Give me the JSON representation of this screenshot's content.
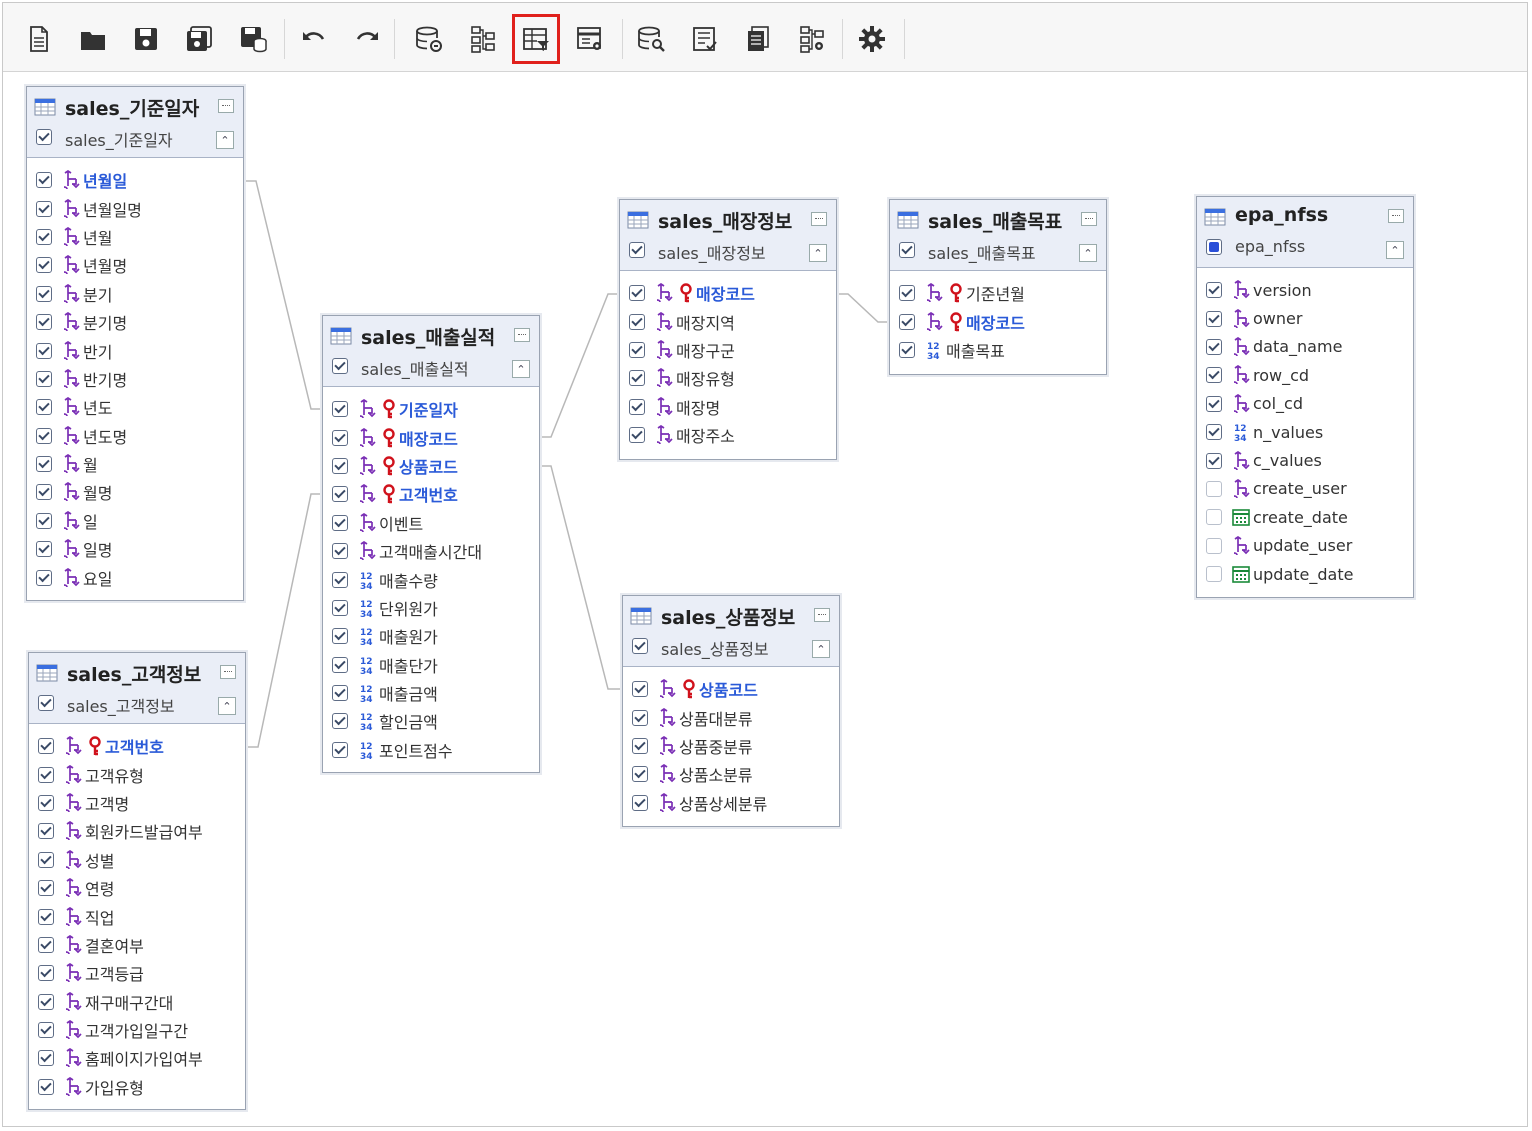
{
  "toolbar": {
    "buttons": [
      {
        "name": "new-document",
        "icon": "document-icon"
      },
      {
        "name": "open",
        "icon": "folder-icon"
      },
      {
        "name": "save",
        "icon": "save-icon"
      },
      {
        "name": "save-as",
        "icon": "save-as-icon"
      },
      {
        "name": "save-to-db",
        "icon": "save-database-icon"
      },
      {
        "name": "undo",
        "icon": "undo-icon"
      },
      {
        "name": "redo",
        "icon": "redo-icon"
      },
      {
        "name": "connect-database",
        "icon": "database-link-icon"
      },
      {
        "name": "relation-layout",
        "icon": "diagram-icon"
      },
      {
        "name": "table-filter",
        "icon": "table-filter-icon",
        "active": true
      },
      {
        "name": "table-settings",
        "icon": "table-settings-icon"
      },
      {
        "name": "database-search",
        "icon": "database-search-icon"
      },
      {
        "name": "checklist",
        "icon": "checklist-icon"
      },
      {
        "name": "documents",
        "icon": "documents-icon"
      },
      {
        "name": "diagram-settings",
        "icon": "diagram-settings-icon"
      },
      {
        "name": "settings",
        "icon": "gear-icon"
      }
    ]
  },
  "colors": {
    "accent": "#2a5ad8",
    "key": "#d0121c",
    "field_icon": "#7a2fb5",
    "active_border": "#e0201c",
    "header_bg": "#eaeef7"
  },
  "tables": [
    {
      "id": "t1",
      "title": "sales_기준일자",
      "subtitle": "sales_기준일자",
      "sub_state": "checked",
      "fields": [
        {
          "label": "년월일",
          "type": "dim",
          "pk": false,
          "bold": true,
          "checked": true
        },
        {
          "label": "년월일명",
          "type": "dim",
          "checked": true
        },
        {
          "label": "년월",
          "type": "dim",
          "checked": true
        },
        {
          "label": "년월명",
          "type": "dim",
          "checked": true
        },
        {
          "label": "분기",
          "type": "dim",
          "checked": true
        },
        {
          "label": "분기명",
          "type": "dim",
          "checked": true
        },
        {
          "label": "반기",
          "type": "dim",
          "checked": true
        },
        {
          "label": "반기명",
          "type": "dim",
          "checked": true
        },
        {
          "label": "년도",
          "type": "dim",
          "checked": true
        },
        {
          "label": "년도명",
          "type": "dim",
          "checked": true
        },
        {
          "label": "월",
          "type": "dim",
          "checked": true
        },
        {
          "label": "월명",
          "type": "dim",
          "checked": true
        },
        {
          "label": "일",
          "type": "dim",
          "checked": true
        },
        {
          "label": "일명",
          "type": "dim",
          "checked": true
        },
        {
          "label": "요일",
          "type": "dim",
          "checked": true
        }
      ]
    },
    {
      "id": "t2",
      "title": "sales_고객정보",
      "subtitle": "sales_고객정보",
      "sub_state": "checked",
      "fields": [
        {
          "label": "고객번호",
          "type": "dim",
          "pk": true,
          "bold": true,
          "checked": true
        },
        {
          "label": "고객유형",
          "type": "dim",
          "checked": true
        },
        {
          "label": "고객명",
          "type": "dim",
          "checked": true
        },
        {
          "label": "회원카드발급여부",
          "type": "dim",
          "checked": true
        },
        {
          "label": "성별",
          "type": "dim",
          "checked": true
        },
        {
          "label": "연령",
          "type": "dim",
          "checked": true
        },
        {
          "label": "직업",
          "type": "dim",
          "checked": true
        },
        {
          "label": "결혼여부",
          "type": "dim",
          "checked": true
        },
        {
          "label": "고객등급",
          "type": "dim",
          "checked": true
        },
        {
          "label": "재구매구간대",
          "type": "dim",
          "checked": true
        },
        {
          "label": "고객가입일구간",
          "type": "dim",
          "checked": true
        },
        {
          "label": "홈페이지가입여부",
          "type": "dim",
          "checked": true
        },
        {
          "label": "가입유형",
          "type": "dim",
          "checked": true
        }
      ]
    },
    {
      "id": "t3",
      "title": "sales_매출실적",
      "subtitle": "sales_매출실적",
      "sub_state": "checked",
      "fields": [
        {
          "label": "기준일자",
          "type": "dim",
          "pk": true,
          "bold": true,
          "checked": true
        },
        {
          "label": "매장코드",
          "type": "dim",
          "pk": true,
          "bold": true,
          "checked": true
        },
        {
          "label": "상품코드",
          "type": "dim",
          "pk": true,
          "bold": true,
          "checked": true
        },
        {
          "label": "고객번호",
          "type": "dim",
          "pk": true,
          "bold": true,
          "checked": true
        },
        {
          "label": "이벤트",
          "type": "dim",
          "checked": true
        },
        {
          "label": "고객매출시간대",
          "type": "dim",
          "checked": true
        },
        {
          "label": "매출수량",
          "type": "num",
          "checked": true
        },
        {
          "label": "단위원가",
          "type": "num",
          "checked": true
        },
        {
          "label": "매출원가",
          "type": "num",
          "checked": true
        },
        {
          "label": "매출단가",
          "type": "num",
          "checked": true
        },
        {
          "label": "매출금액",
          "type": "num",
          "checked": true
        },
        {
          "label": "할인금액",
          "type": "num",
          "checked": true
        },
        {
          "label": "포인트점수",
          "type": "num",
          "checked": true
        }
      ]
    },
    {
      "id": "t4",
      "title": "sales_매장정보",
      "subtitle": "sales_매장정보",
      "sub_state": "checked",
      "fields": [
        {
          "label": "매장코드",
          "type": "dim",
          "pk": true,
          "bold": true,
          "checked": true
        },
        {
          "label": "매장지역",
          "type": "dim",
          "checked": true
        },
        {
          "label": "매장구군",
          "type": "dim",
          "checked": true
        },
        {
          "label": "매장유형",
          "type": "dim",
          "checked": true
        },
        {
          "label": "매장명",
          "type": "dim",
          "checked": true
        },
        {
          "label": "매장주소",
          "type": "dim",
          "checked": true
        }
      ]
    },
    {
      "id": "t5",
      "title": "sales_상품정보",
      "subtitle": "sales_상품정보",
      "sub_state": "checked",
      "fields": [
        {
          "label": "상품코드",
          "type": "dim",
          "pk": true,
          "bold": true,
          "checked": true
        },
        {
          "label": "상품대분류",
          "type": "dim",
          "checked": true
        },
        {
          "label": "상품중분류",
          "type": "dim",
          "checked": true
        },
        {
          "label": "상품소분류",
          "type": "dim",
          "checked": true
        },
        {
          "label": "상품상세분류",
          "type": "dim",
          "checked": true
        }
      ]
    },
    {
      "id": "t6",
      "title": "sales_매출목표",
      "subtitle": "sales_매출목표",
      "sub_state": "checked",
      "fields": [
        {
          "label": "기준년월",
          "type": "dim",
          "pk": true,
          "bold": false,
          "checked": true
        },
        {
          "label": "매장코드",
          "type": "dim",
          "pk": true,
          "bold": true,
          "checked": true
        },
        {
          "label": "매출목표",
          "type": "num",
          "checked": true
        }
      ]
    },
    {
      "id": "t7",
      "title": "epa_nfss",
      "subtitle": "epa_nfss",
      "sub_state": "partial",
      "fields": [
        {
          "label": "version",
          "type": "dim",
          "checked": true
        },
        {
          "label": "owner",
          "type": "dim",
          "checked": true
        },
        {
          "label": "data_name",
          "type": "dim",
          "checked": true
        },
        {
          "label": "row_cd",
          "type": "dim",
          "checked": true
        },
        {
          "label": "col_cd",
          "type": "dim",
          "checked": true
        },
        {
          "label": "n_values",
          "type": "num",
          "checked": true
        },
        {
          "label": "c_values",
          "type": "dim",
          "checked": true
        },
        {
          "label": "create_user",
          "type": "dim",
          "checked": false
        },
        {
          "label": "create_date",
          "type": "date",
          "checked": false
        },
        {
          "label": "update_user",
          "type": "dim",
          "checked": false
        },
        {
          "label": "update_date",
          "type": "date",
          "checked": false
        }
      ]
    }
  ]
}
